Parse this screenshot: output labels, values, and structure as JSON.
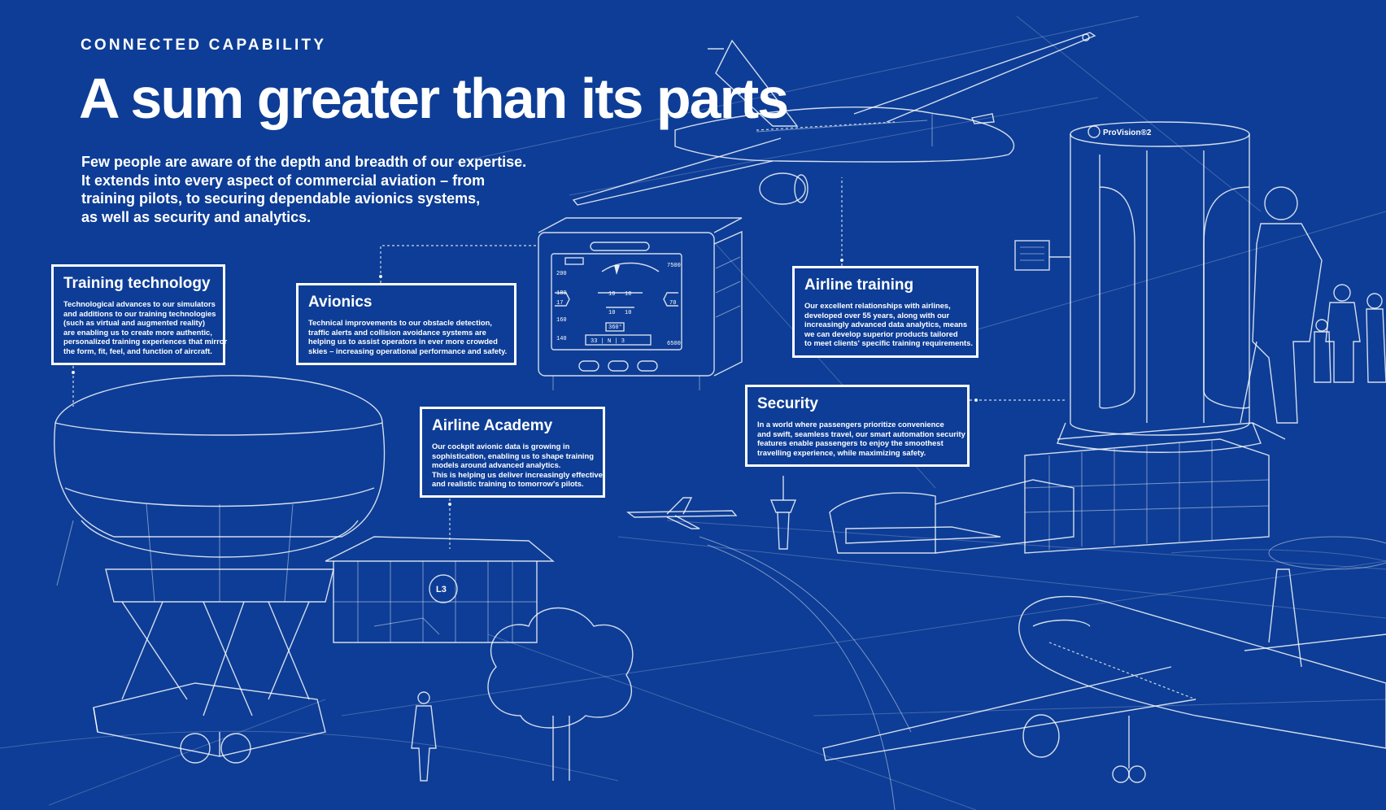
{
  "colors": {
    "background": "#0d3d96",
    "foreground": "#ffffff"
  },
  "header": {
    "eyebrow": "CONNECTED CAPABILITY",
    "title": "A sum greater than its parts",
    "intro_lines": [
      "Few people are aware of the depth and breadth of our expertise.",
      "It extends into every aspect of commercial aviation – from",
      "training pilots, to securing dependable avionics systems,",
      "as well as security and analytics."
    ]
  },
  "cards": {
    "training": {
      "title": "Training technology",
      "lines": [
        "Technological advances to our simulators",
        "and additions to our training technologies",
        "(such as virtual and augmented reality)",
        "are enabling us to create more authentic,",
        "personalized training experiences that mirror",
        "the form, fit, feel, and function of aircraft."
      ]
    },
    "avionics": {
      "title": "Avionics",
      "lines": [
        "Technical improvements to our obstacle detection,",
        "traffic alerts and collision avoidance systems are",
        "helping us to assist operators in ever more crowded",
        "skies – increasing operational performance and safety."
      ]
    },
    "academy": {
      "title": "Airline Academy",
      "lines": [
        "Our cockpit avionic data is growing in",
        "sophistication, enabling us to shape training",
        "models around advanced analytics.",
        "This is helping us deliver increasingly effective",
        "and realistic training to tomorrow's pilots."
      ]
    },
    "airline": {
      "title": "Airline training",
      "lines": [
        "Our excellent relationships with airlines,",
        "developed over 55 years, along with our",
        "increasingly advanced data analytics, means",
        "we can develop superior products tailored",
        "to meet clients' specific training requirements."
      ]
    },
    "security": {
      "title": "Security",
      "lines": [
        "In a world where passengers prioritize convenience",
        "and swift, seamless travel, our smart automation security",
        "features enable passengers to enjoy the smoothest",
        "travelling experience, while maximizing safety."
      ]
    }
  },
  "illustration": {
    "scanner_label": "ProVision®2",
    "logo_text": "L3",
    "instrument_readouts": {
      "altitude": "7500",
      "altitude_low": "6500",
      "speed_top": "200",
      "speed_mid": "180",
      "speed_current": "17",
      "speed_low": "160",
      "speed_bottom": "140",
      "pitch_upper": "10",
      "pitch_lower": "10",
      "heading": "360°",
      "heading_tape": "33 | N | 3",
      "alt_current": "70"
    }
  }
}
